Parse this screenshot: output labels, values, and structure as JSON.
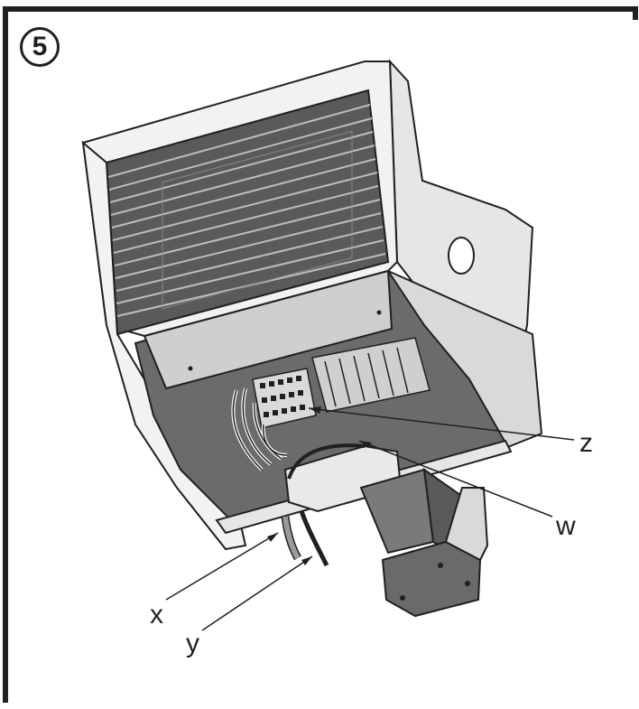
{
  "step": {
    "number": "5"
  },
  "callouts": {
    "z": "z",
    "w": "w",
    "x": "x",
    "y": "y"
  },
  "icons": [
    "heater-unit-illustration",
    "mounting-bracket-icon",
    "terminal-block-icon",
    "cable-icon"
  ],
  "colors": {
    "line": "#231f20",
    "grille": "#4a4a4a",
    "body": "#f2f2f2",
    "shadow": "#8c8c8c"
  }
}
